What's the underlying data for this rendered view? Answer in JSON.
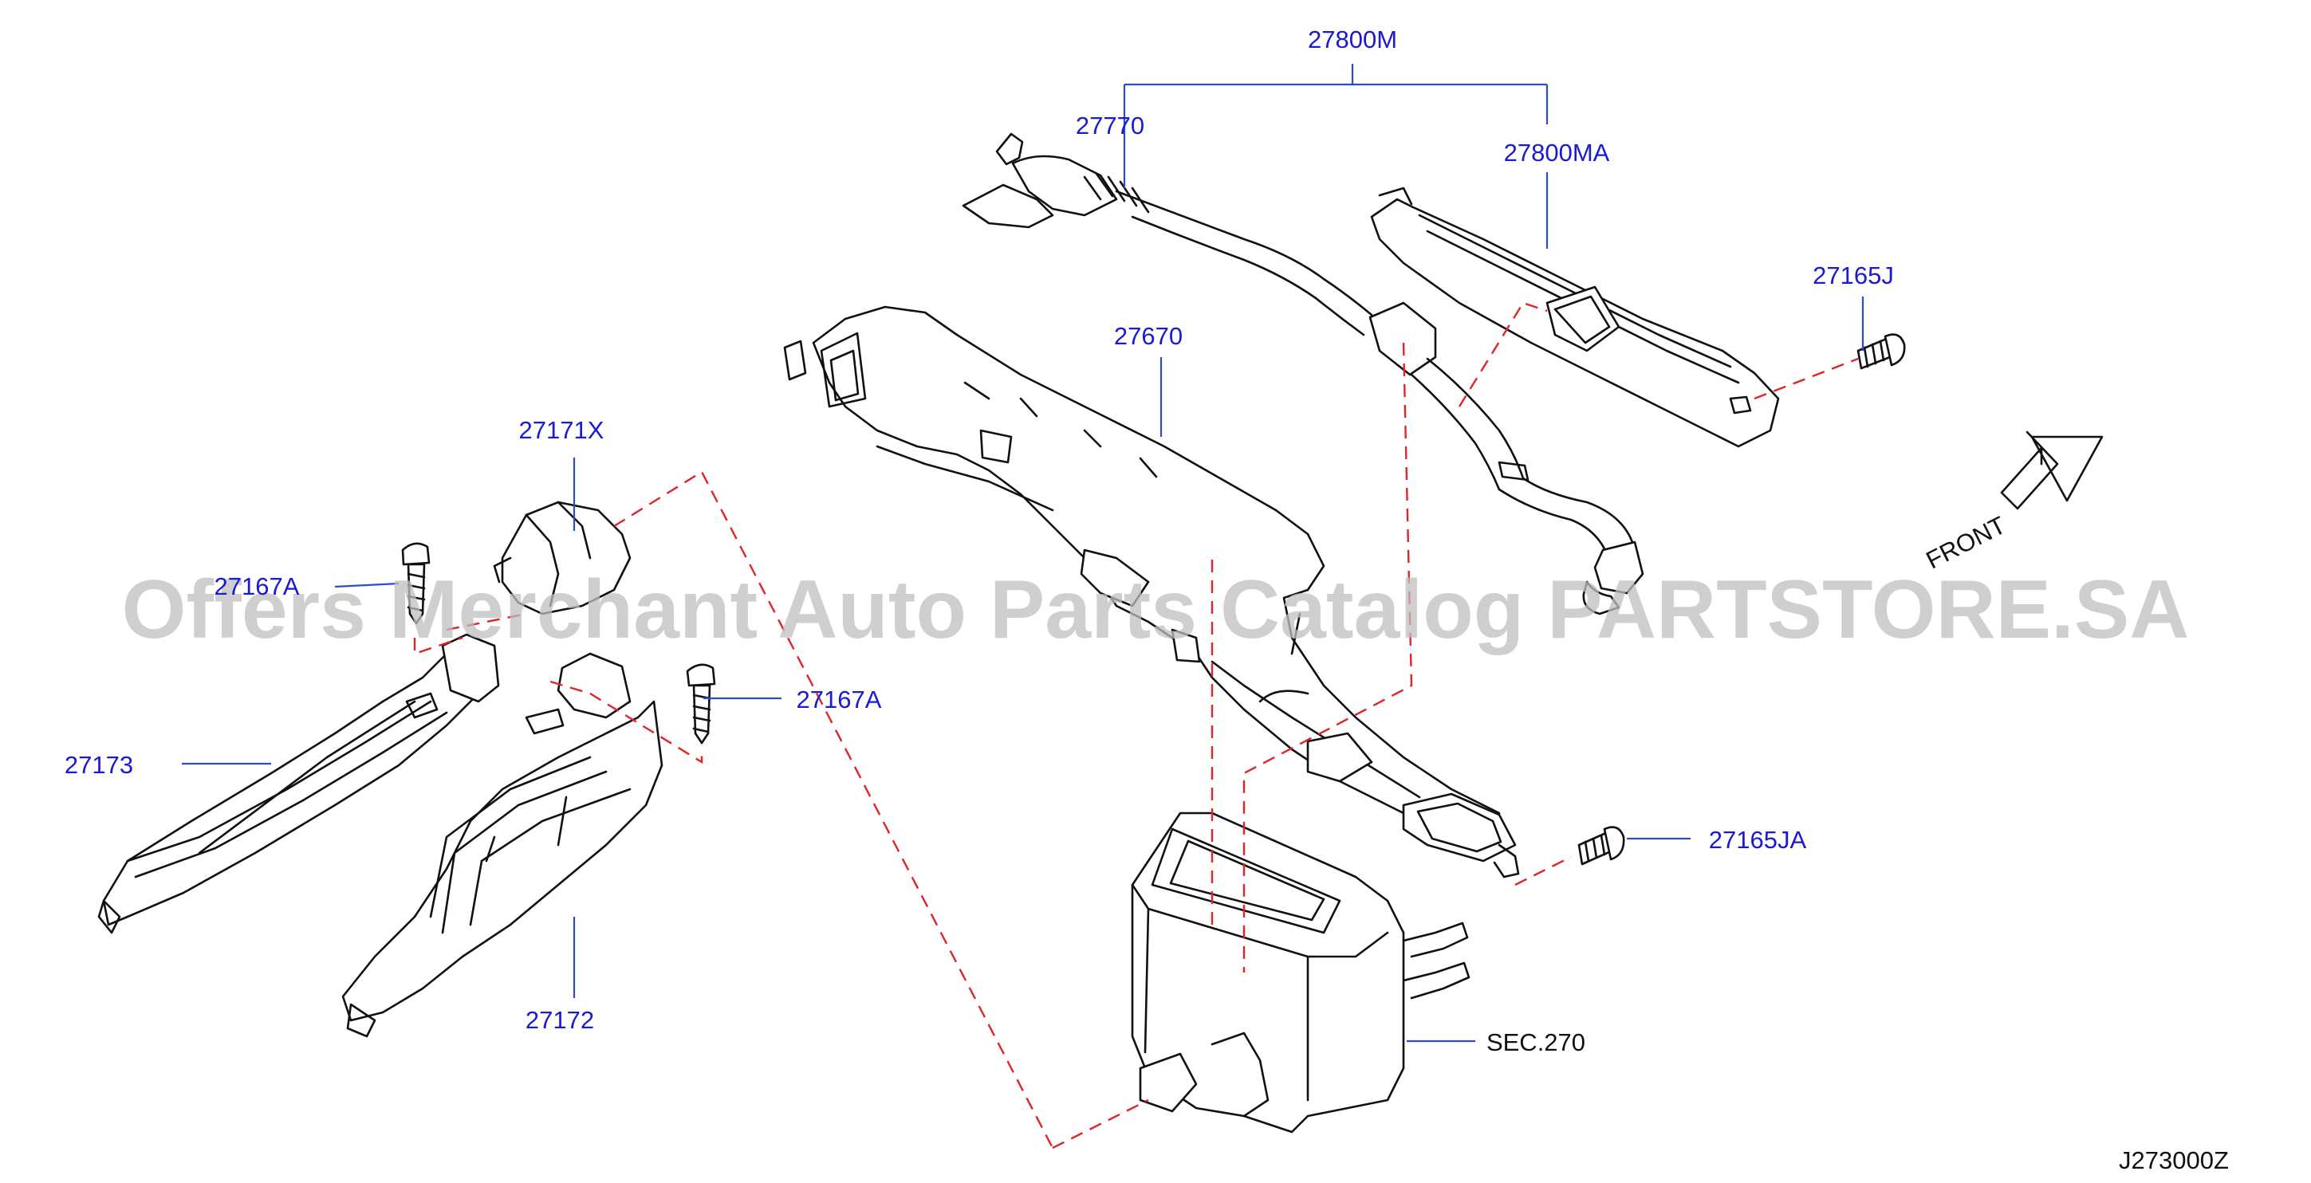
{
  "labels": {
    "p27800M": "27800M",
    "p27770": "27770",
    "p27800MA": "27800MA",
    "p27165J": "27165J",
    "p27670": "27670",
    "p27171X": "27171X",
    "p27167A_left": "27167A",
    "p27167A_right": "27167A",
    "p27173": "27173",
    "p27165JA": "27165JA",
    "p27172": "27172",
    "sec270": "SEC.270",
    "front": "FRONT",
    "diagram_code": "J273000Z"
  },
  "watermark": "Offers Merchant Auto Parts Catalog PARTSTORE.SA",
  "icons": {
    "front_arrow": "front-arrow-icon"
  },
  "colors": {
    "callout_text": "#1a1ad6",
    "leader_line": "#2a4bd6",
    "dashed_line": "#e0242a",
    "part_stroke": "#111111",
    "watermark": "#bfbfbf"
  }
}
